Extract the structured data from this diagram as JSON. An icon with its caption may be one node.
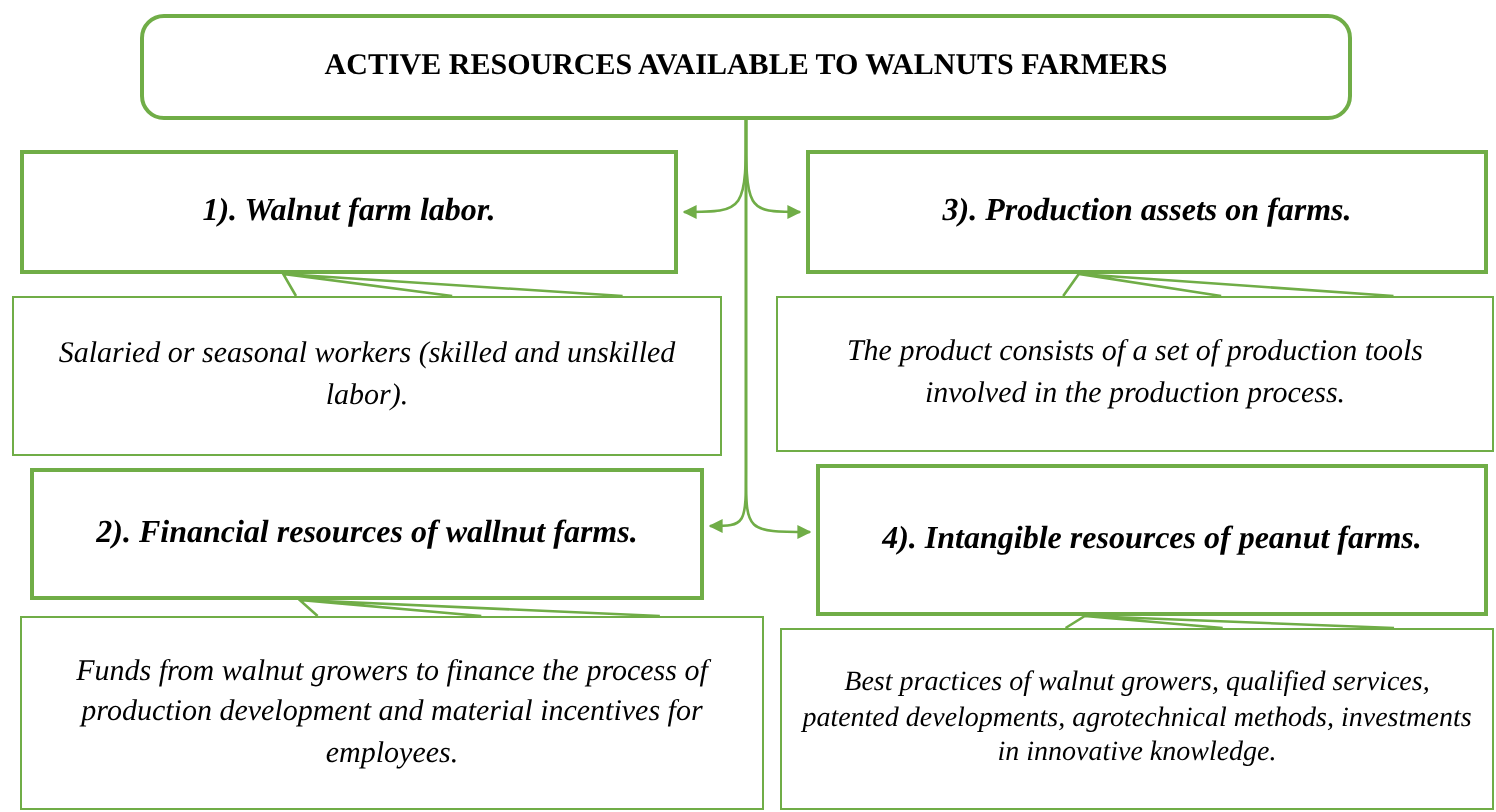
{
  "diagram": {
    "nodes": [
      {
        "text": [
          "ACTIVE RESOURCES AVAILABLE TO WALNUTS FARMERS"
        ]
      },
      {
        "text": [
          "1). Walnut farm labor."
        ]
      },
      {
        "text": [
          "Salaried or seasonal workers (skilled and unskilled labor)."
        ]
      },
      {
        "text": [
          "3). Production assets on farms."
        ]
      },
      {
        "text": [
          "The product consists of a set of production tools involved in the production process."
        ]
      },
      {
        "text": [
          "2). Financial resources of wallnut farms."
        ]
      },
      {
        "text": [
          "Funds from walnut growers to finance the process of production development and material incentives for employees."
        ]
      },
      {
        "text": [
          "4). Intangible resources of peanut farms."
        ]
      },
      {
        "text": [
          "Best practices of walnut growers, qualified services, patented developments, agrotechnical methods, investments in innovative knowledge."
        ]
      }
    ],
    "edges": [
      {
        "from": 0,
        "to": 1,
        "arrow": "to"
      },
      {
        "from": 0,
        "to": 3,
        "arrow": "to"
      },
      {
        "from": 0,
        "to": 5,
        "arrow": "to"
      },
      {
        "from": 0,
        "to": 7,
        "arrow": "to"
      },
      {
        "from": 2,
        "to": 1,
        "arrow": "none"
      },
      {
        "from": 4,
        "to": 3,
        "arrow": "none"
      },
      {
        "from": 6,
        "to": 5,
        "arrow": "none"
      },
      {
        "from": 8,
        "to": 7,
        "arrow": "none"
      }
    ]
  }
}
